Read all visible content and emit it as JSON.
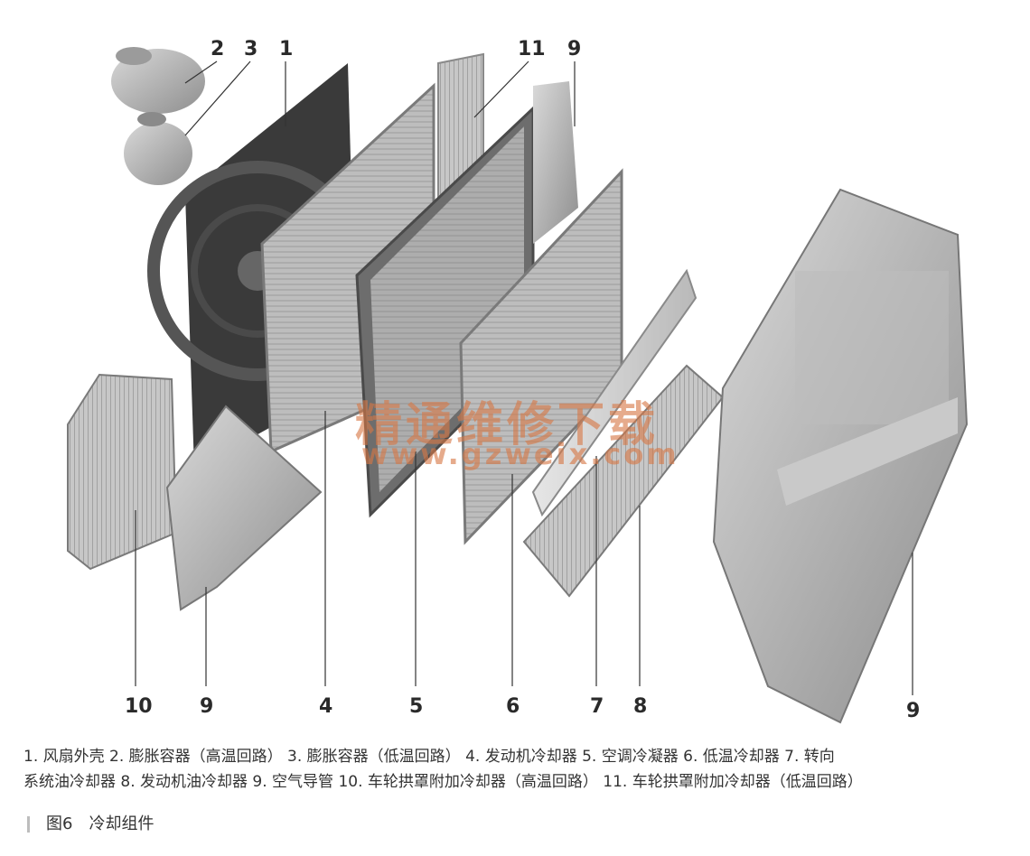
{
  "callouts": {
    "c1": "1",
    "c2": "2",
    "c3": "3",
    "c11": "11",
    "c9a": "9",
    "c10": "10",
    "c9b": "9",
    "c4": "4",
    "c5": "5",
    "c6": "6",
    "c7": "7",
    "c8": "8",
    "c9c": "9"
  },
  "watermark": {
    "text": "精通维修下载",
    "url": "www.gzweix.com",
    "color": "#d67846"
  },
  "caption": {
    "line1": "1. 风扇外壳  2. 膨胀容器（高温回路） 3. 膨胀容器（低温回路） 4. 发动机冷却器  5. 空调冷凝器  6. 低温冷却器  7. 转向",
    "line2": "系统油冷却器  8. 发动机油冷却器  9. 空气导管  10. 车轮拱罩附加冷却器（高温回路） 11. 车轮拱罩附加冷却器（低温回路）"
  },
  "figure_title": {
    "number": "图6",
    "text": "冷却组件"
  }
}
